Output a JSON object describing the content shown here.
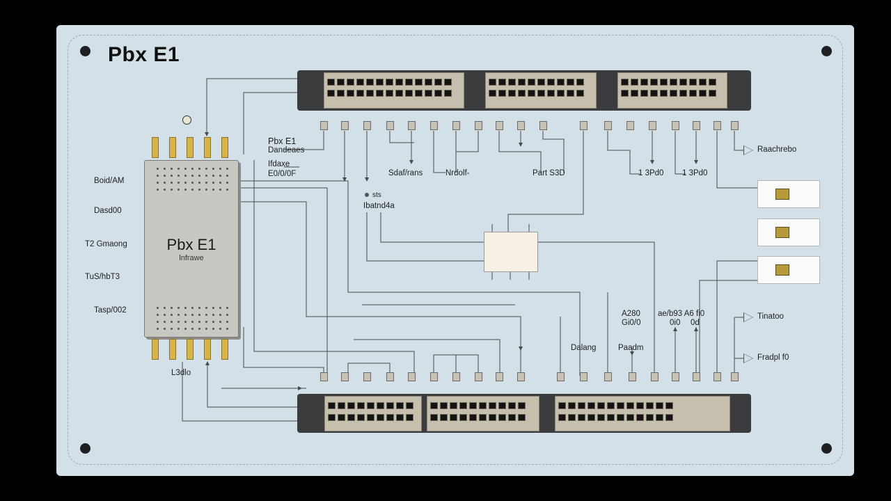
{
  "title": "Pbx E1",
  "pbx": {
    "title": "Pbx E1",
    "subtitle": "lnfrawe"
  },
  "left_labels": [
    "Boid/AM",
    "Dasd00",
    "T2 Gmaong",
    "TuS/hbT3",
    "Tasp/002"
  ],
  "bottom_label": "L3dlo",
  "block_labels": [
    "Pbx E1",
    "Dandeaes",
    "Ifdaxe",
    "E0/0/0F"
  ],
  "mid_labels": {
    "a": "Sdaf/rans",
    "b": "Nrdolf-",
    "c": "Part S3D",
    "d": "1 3Pd0",
    "e": "1 3Pd0",
    "f": "sts",
    "g": "Ibatnd4a",
    "h": "A280",
    "i": "Gi0/0",
    "j": "ae/b93 A6 fi0",
    "k": "0i0",
    "l": "0d",
    "m": "Dalang",
    "n": "Paadm"
  },
  "right_labels": [
    "Raachrebo",
    "Tinatoo",
    "Fradpl f0"
  ],
  "colors": {
    "board": "#d3e0e7",
    "rack": "#3b3c3e",
    "panel": "#c6bfad",
    "pin": "#d6b34b",
    "wire": "#4a4a4a"
  }
}
